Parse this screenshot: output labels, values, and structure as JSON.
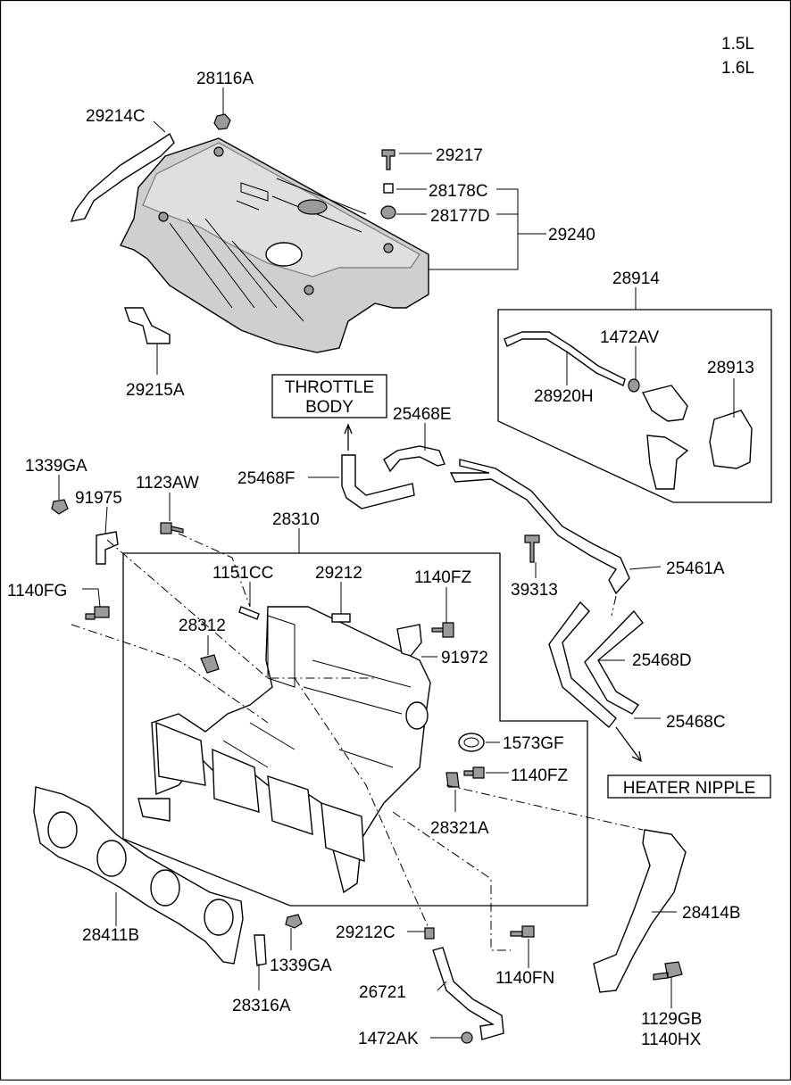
{
  "engine": {
    "line1": "1.5L",
    "line2": "1.6L"
  },
  "boxes": {
    "throttle_line1": "THROTTLE",
    "throttle_line2": "BODY",
    "heater": "HEATER NIPPLE"
  },
  "parts": {
    "p28116A": "28116A",
    "p29214C": "29214C",
    "p29217": "29217",
    "p28178C": "28178C",
    "p28177D": "28177D",
    "p29240": "29240",
    "p29215A": "29215A",
    "p28914": "28914",
    "p1472AV": "1472AV",
    "p28913": "28913",
    "p28920H": "28920H",
    "p25468E": "25468E",
    "p25468F": "25468F",
    "p1339GA_top": "1339GA",
    "p1123AW": "1123AW",
    "p91975": "91975",
    "p28310": "28310",
    "p1151CC": "1151CC",
    "p29212": "29212",
    "p1140FZ_top": "1140FZ",
    "p1140FG": "1140FG",
    "p28312": "28312",
    "p91972": "91972",
    "p39313": "39313",
    "p25461A": "25461A",
    "p25468D": "25468D",
    "p25468C": "25468C",
    "p1573GF": "1573GF",
    "p1140FZ_mid": "1140FZ",
    "p28321A": "28321A",
    "p28414B": "28414B",
    "p28411B": "28411B",
    "p29212C": "29212C",
    "p1339GA_bot": "1339GA",
    "p1140FN": "1140FN",
    "p26721": "26721",
    "p28316A": "28316A",
    "p1129GB": "1129GB",
    "p1140HX": "1140HX",
    "p1472AK": "1472AK"
  }
}
